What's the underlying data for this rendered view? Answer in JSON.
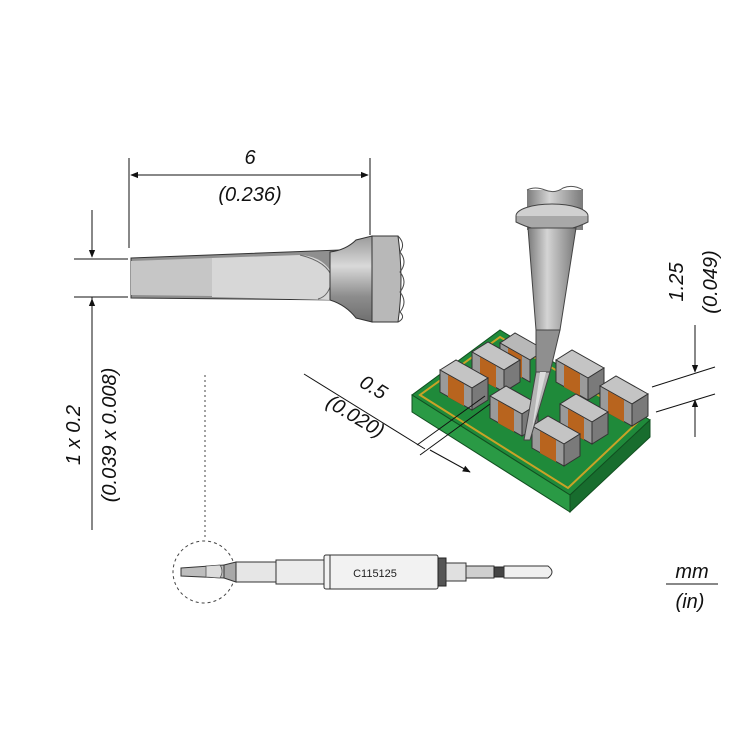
{
  "dimensions": {
    "length_mm": "6",
    "length_in": "(0.236)",
    "tip_size_mm": "1 x 0.2",
    "tip_size_in": "(0.039 x 0.008)",
    "gap_mm": "0.5",
    "gap_in": "(0.020)",
    "height_mm": "1.25",
    "height_in": "(0.049)"
  },
  "cartridge": {
    "model": "C115125"
  },
  "units": {
    "primary": "mm",
    "secondary": "(in)"
  },
  "colors": {
    "metal_dark": "#8a8a8a",
    "metal_light": "#d8d8d8",
    "pcb_green": "#1f8a3a",
    "component_copper": "#b8641e",
    "component_grey": "#9a9a9a",
    "pcb_base": "#c9a227"
  }
}
